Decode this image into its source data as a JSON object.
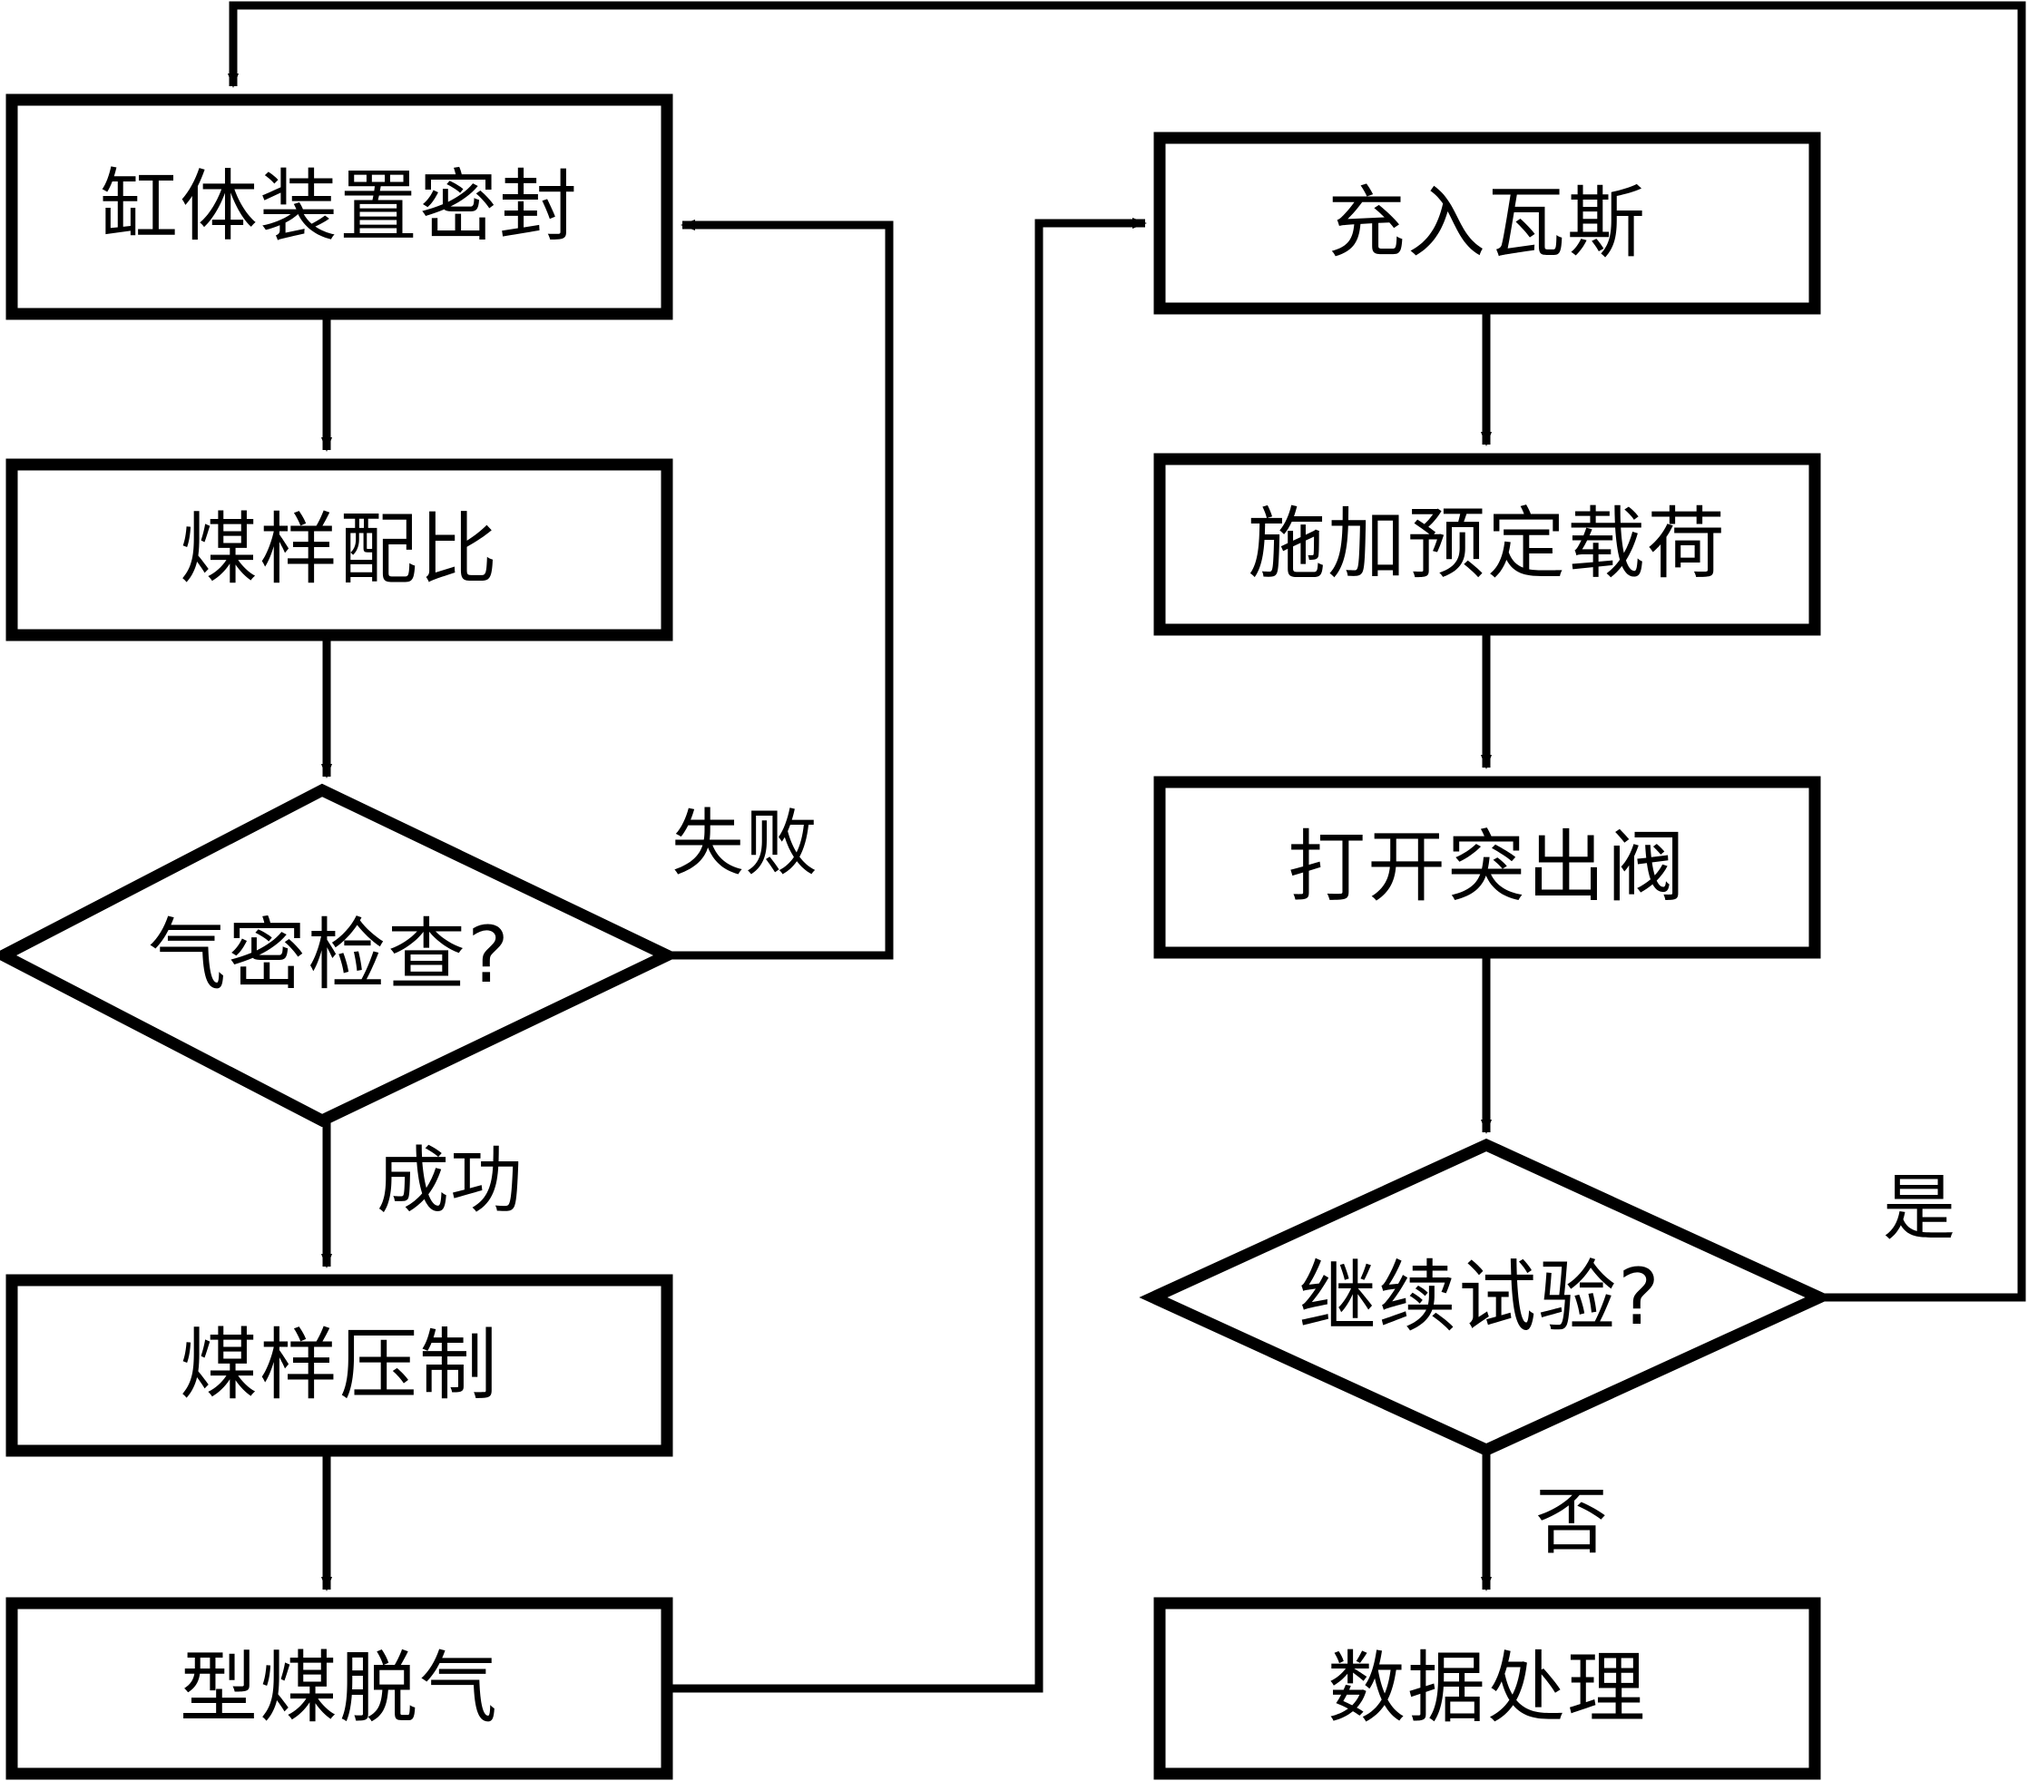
{
  "diagram": {
    "type": "flowchart",
    "orientation": "two-column",
    "title": "",
    "stroke_color": "#000000",
    "fill_color": "#ffffff",
    "text_color": "#000000",
    "nodes": [
      {
        "id": "n1",
        "shape": "process",
        "label": "缸体装置密封",
        "column": "left",
        "order": 1
      },
      {
        "id": "n2",
        "shape": "process",
        "label": "煤样配比",
        "column": "left",
        "order": 2
      },
      {
        "id": "n3",
        "shape": "decision",
        "label": "气密检查?",
        "column": "left",
        "order": 3
      },
      {
        "id": "n4",
        "shape": "process",
        "label": "煤样压制",
        "column": "left",
        "order": 4
      },
      {
        "id": "n5",
        "shape": "process",
        "label": "型煤脱气",
        "column": "left",
        "order": 5
      },
      {
        "id": "n6",
        "shape": "process",
        "label": "充入瓦斯",
        "column": "right",
        "order": 1
      },
      {
        "id": "n7",
        "shape": "process",
        "label": "施加预定载荷",
        "column": "right",
        "order": 2
      },
      {
        "id": "n8",
        "shape": "process",
        "label": "打开突出阀",
        "column": "right",
        "order": 3
      },
      {
        "id": "n9",
        "shape": "decision",
        "label": "继续试验?",
        "column": "right",
        "order": 4
      },
      {
        "id": "n10",
        "shape": "process",
        "label": "数据处理",
        "column": "right",
        "order": 5
      }
    ],
    "edges": [
      {
        "from": "n1",
        "to": "n2",
        "label": ""
      },
      {
        "from": "n2",
        "to": "n3",
        "label": ""
      },
      {
        "from": "n3",
        "to": "n1",
        "label": "失败"
      },
      {
        "from": "n3",
        "to": "n4",
        "label": "成功"
      },
      {
        "from": "n4",
        "to": "n5",
        "label": ""
      },
      {
        "from": "n5",
        "to": "n6",
        "label": ""
      },
      {
        "from": "n6",
        "to": "n7",
        "label": ""
      },
      {
        "from": "n7",
        "to": "n8",
        "label": ""
      },
      {
        "from": "n8",
        "to": "n9",
        "label": ""
      },
      {
        "from": "n9",
        "to": "n1",
        "label": "是"
      },
      {
        "from": "n9",
        "to": "n10",
        "label": "否"
      }
    ],
    "edge_labels": {
      "fail": "失败",
      "success": "成功",
      "yes": "是",
      "no": "否"
    }
  }
}
